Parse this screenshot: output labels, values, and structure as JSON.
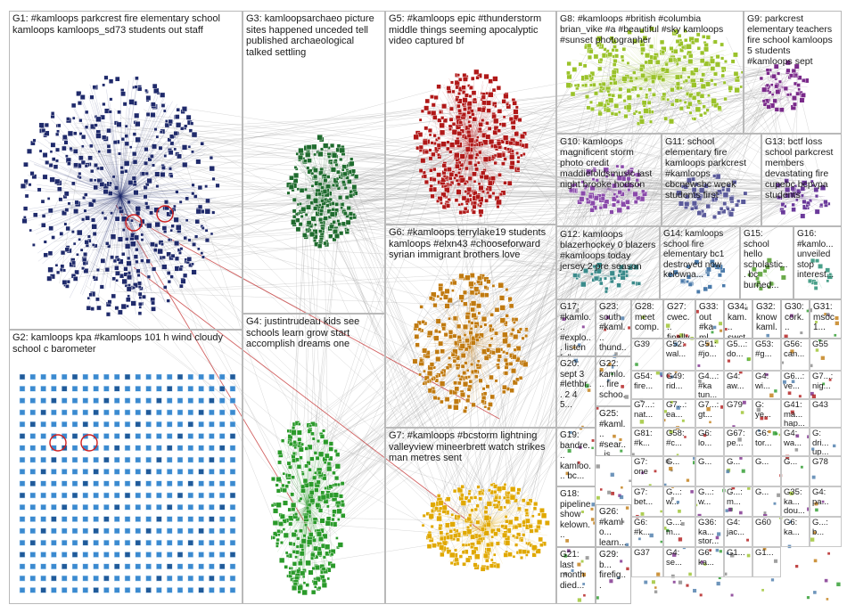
{
  "groups": [
    {
      "id": "G1",
      "label": "G1: #kamloops parkcrest fire elementary school kamloops kamloops_sd73 students out staff",
      "color": "#1f2a6b"
    },
    {
      "id": "G2",
      "label": "G2: kamloops kpa #kamloops 101 h wind cloudy school c barometer",
      "color": "#2e7fbf"
    },
    {
      "id": "G3",
      "label": "G3: kamloopsarchaeo picture sites happened unceded tell published archaeological talked settling",
      "color": "#1f6b2e"
    },
    {
      "id": "G4",
      "label": "G4: justintrudeau kids see schools learn grow start accomplish dreams one",
      "color": "#2a9a2a"
    },
    {
      "id": "G5",
      "label": "G5: #kamloops epic #thunderstorm middle things seeming apocalyptic video captured bf",
      "color": "#b01818"
    },
    {
      "id": "G6",
      "label": "G6: #kamloops terrylake19 students kamloops #elxn43 #chooseforward syrian immigrant brothers love",
      "color": "#c07a10"
    },
    {
      "id": "G7",
      "label": "G7: #kamloops #bcstorm lightning valleyview mineerbrett watch strikes man metres sent",
      "color": "#e0a800"
    },
    {
      "id": "G8",
      "label": "G8: #kamloops #british #columbia brian_vike #a #beautiful #sky kamloops #sunset photographer",
      "color": "#9ac22a"
    },
    {
      "id": "G9",
      "label": "G9: parkcrest elementary teachers fire school kamloops 5 students #kamloops sept",
      "color": "#7a2a8a"
    },
    {
      "id": "G10",
      "label": "G10: kamloops magnificent storm photo credit maddiefoldsmusic last night brooke hodson",
      "color": "#8a4aaa"
    },
    {
      "id": "G11",
      "label": "G11: school elementary fire kamloops parkcrest #kamloops cbcnewsbc week students first",
      "color": "#5a5a9a"
    },
    {
      "id": "G12",
      "label": "G12: kamloops blazerhockey 0 blazers #kamloops today jersey 2 pre season",
      "color": "#3a8a8a"
    },
    {
      "id": "G13",
      "label": "G13: bctf loss school parkcrest members devastating fire cupebc bcpvpa students",
      "color": "#6a3a9a"
    },
    {
      "id": "G14",
      "label": "G14: kamloops school fire elementary bc1 destroyed now kelowna...",
      "color": "#4a7aaa"
    },
    {
      "id": "G15",
      "label": "G15: school hello scholastic... bc burned...",
      "color": "#6aaa4a"
    },
    {
      "id": "G16",
      "label": "G16: #kamlo... unveiled stop interest...",
      "color": "#4aa08a"
    },
    {
      "id": "G17",
      "label": "G17: #kamlo... #explo... listen fall up learn...",
      "color": "#888888"
    },
    {
      "id": "G18",
      "label": "G18: pipeline show kelown...",
      "color": "#888888"
    },
    {
      "id": "G19",
      "label": "G19: bandre... kamloo... bc...",
      "color": "#888888"
    },
    {
      "id": "G20",
      "label": "G20: sept 3 #lethbr... 2 4 5...",
      "color": "#888888"
    },
    {
      "id": "G21",
      "label": "G21: last month died...",
      "color": "#888888"
    },
    {
      "id": "G22",
      "label": "G22: kamlo... fire schoo...",
      "color": "#888888"
    },
    {
      "id": "G23",
      "label": "G23: south #kaml... thund...",
      "color": "#888888"
    },
    {
      "id": "G25",
      "label": "G25: #kaml... #sear... js...",
      "color": "#888888"
    },
    {
      "id": "G26",
      "label": "G26: #kamlo... learn...",
      "color": "#888888"
    },
    {
      "id": "G27",
      "label": "G27: cwec... finally...",
      "color": "#888888"
    },
    {
      "id": "G28",
      "label": "G28: meet comp...",
      "color": "#888888"
    },
    {
      "id": "G29",
      "label": "G29: b... firefig...",
      "color": "#888888"
    },
    {
      "id": "G30",
      "label": "G30: cork...",
      "color": "#888888"
    },
    {
      "id": "G31",
      "label": "G31: msoc 1...",
      "color": "#888888"
    },
    {
      "id": "G32",
      "label": "G32: know kaml...",
      "color": "#888888"
    },
    {
      "id": "G33",
      "label": "G33: out #kaml...",
      "color": "#888888"
    },
    {
      "id": "G34",
      "label": "G34: kam... swct...",
      "color": "#888888"
    }
  ],
  "mini_cells": [
    "G39",
    "G52: wal...",
    "G51: #jo...",
    "G5...: do...",
    "G53: #g...",
    "G56: can...",
    "G55",
    "G54: fire...",
    "G49: rid...",
    "G4...: #ka tun...",
    "G4: aw...",
    "G4: wi...",
    "G6...: ve...",
    "G7...: nig...",
    "G7...: nat...",
    "G7...: ea...",
    "G7...: gt...",
    "G79",
    "G: ye...",
    "G41: ma... hap...",
    "G43",
    "G81: #k...",
    "G58: #c...",
    "G6: lo...",
    "G67: pe...",
    "G6: tor...",
    "G4: wa...",
    "G: dri... up...",
    "G7: one",
    "G...",
    "G...",
    "G...",
    "G...",
    "G...",
    "G78",
    "G7: bet...",
    "G...: w...",
    "G...: w...",
    "G...: m...",
    "G...",
    "G35: ka... dou...",
    "G4: pa...",
    "G6: #k...",
    "G...: m...",
    "G36: ka... stor...",
    "G4: jac...",
    "G60",
    "G6: ka...",
    "G...: b...",
    "G37",
    "G4: se...",
    "G6: ka...",
    "G1...",
    "G1..."
  ]
}
